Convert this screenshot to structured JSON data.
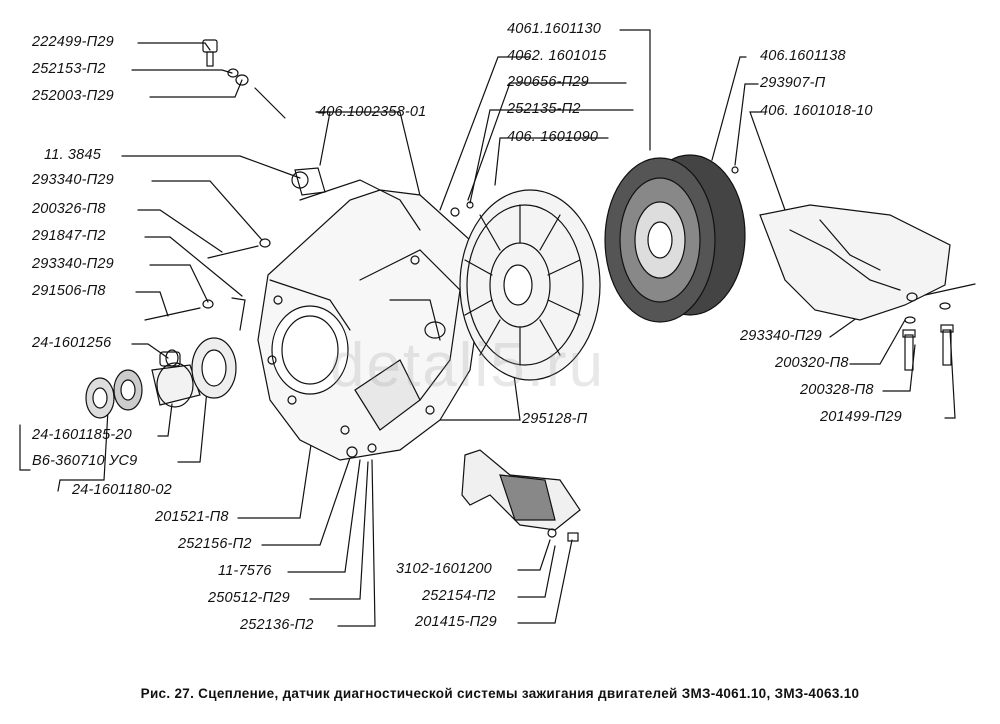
{
  "labels_left": [
    {
      "id": "l1",
      "text": "222499-П29"
    },
    {
      "id": "l2",
      "text": "252153-П2"
    },
    {
      "id": "l3",
      "text": "252003-П29"
    },
    {
      "id": "l4",
      "text": "11. 3845"
    },
    {
      "id": "l5",
      "text": "293340-П29"
    },
    {
      "id": "l6",
      "text": "200326-П8"
    },
    {
      "id": "l7",
      "text": "291847-П2"
    },
    {
      "id": "l8",
      "text": "293340-П29"
    },
    {
      "id": "l9",
      "text": "291506-П8"
    },
    {
      "id": "l10",
      "text": "24-1601256"
    },
    {
      "id": "l11",
      "text": "24-1601185-20"
    },
    {
      "id": "l12",
      "text": "В6-360710 УС9"
    },
    {
      "id": "l13",
      "text": "24-1601180-02"
    }
  ],
  "labels_bottom": [
    {
      "id": "b1",
      "text": "201521-П8"
    },
    {
      "id": "b2",
      "text": "252156-П2"
    },
    {
      "id": "b3",
      "text": "11-7576"
    },
    {
      "id": "b4",
      "text": "250512-П29"
    },
    {
      "id": "b5",
      "text": "252136-П2"
    },
    {
      "id": "b6",
      "text": "3102-1601200"
    },
    {
      "id": "b7",
      "text": "252154-П2"
    },
    {
      "id": "b8",
      "text": "201415-П29"
    }
  ],
  "labels_top": [
    {
      "id": "t1",
      "text": "406.1002358-01"
    },
    {
      "id": "t2",
      "text": "4061.1601130"
    },
    {
      "id": "t3",
      "text": "4062. 1601015"
    },
    {
      "id": "t4",
      "text": "290656-П29"
    },
    {
      "id": "t5",
      "text": "252135-П2"
    },
    {
      "id": "t6",
      "text": "406. 1601090"
    },
    {
      "id": "t7",
      "text": "406.1601138"
    },
    {
      "id": "t8",
      "text": "293907-П"
    },
    {
      "id": "t9",
      "text": "406. 1601018-10"
    }
  ],
  "labels_right": [
    {
      "id": "r1",
      "text": "295128-П"
    },
    {
      "id": "r2",
      "text": "293340-П29"
    },
    {
      "id": "r3",
      "text": "200320-П8"
    },
    {
      "id": "r4",
      "text": "200328-П8"
    },
    {
      "id": "r5",
      "text": "201499-П29"
    }
  ],
  "caption": "Рис. 27. Сцепление, датчик диагностической системы зажигания двигателей ЗМЗ-4061.10, ЗМЗ-4063.10",
  "watermark": "detali5.ru"
}
